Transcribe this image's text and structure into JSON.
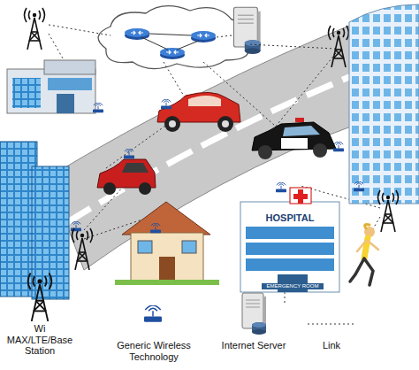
{
  "diagram": {
    "labels": [
      "HOSPITAL",
      "EMERGENCY ROOM"
    ],
    "legend": [
      {
        "text": "Wi MAX/LTE/Base Station"
      },
      {
        "text": "Generic Wireless Technology"
      },
      {
        "text": "Internet Server"
      },
      {
        "text": "Link"
      }
    ]
  }
}
